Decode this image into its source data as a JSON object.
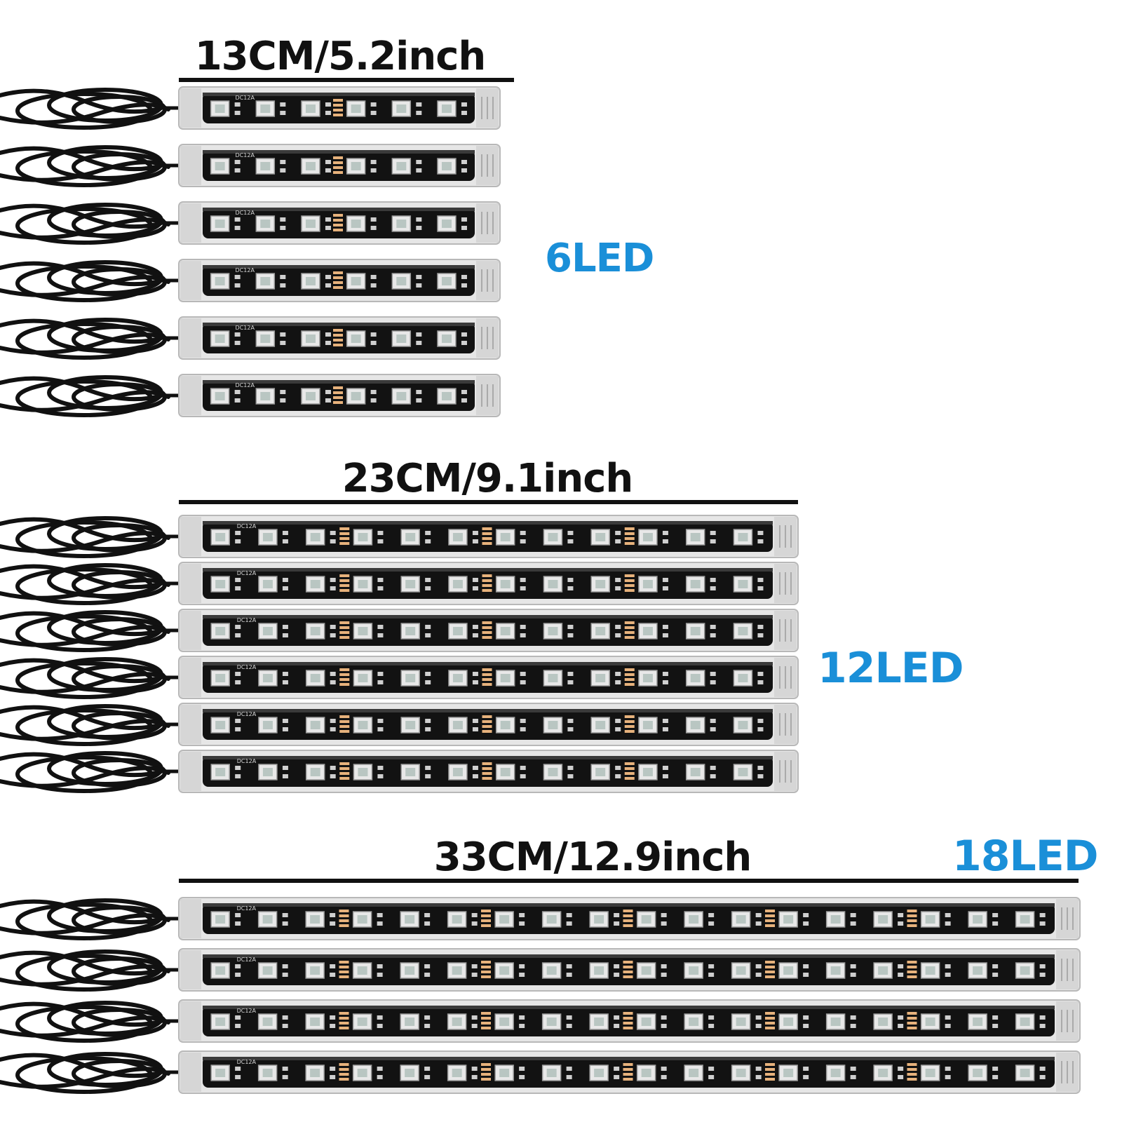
{
  "accent_color": "#1a8fd8",
  "groups": [
    {
      "size_label": "13CM/5.2inch",
      "led_label": "6LED",
      "led_count": 6,
      "strip_count": 6
    },
    {
      "size_label": "23CM/9.1inch",
      "led_label": "12LED",
      "led_count": 12,
      "strip_count": 6
    },
    {
      "size_label": "33CM/12.9inch",
      "led_label": "18LED",
      "led_count": 18,
      "strip_count": 4
    }
  ],
  "pcb_marking": "DC12A"
}
